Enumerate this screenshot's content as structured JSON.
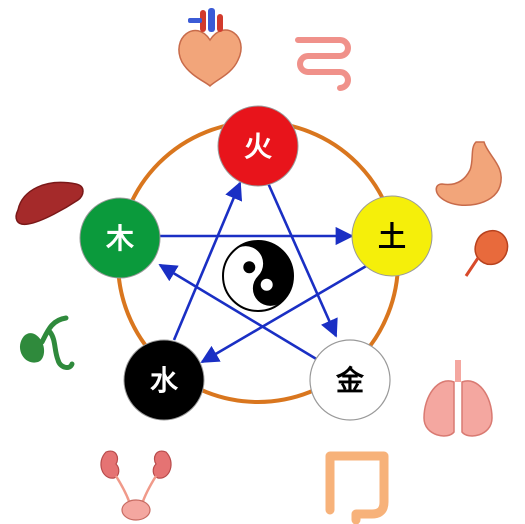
{
  "elements": [
    {
      "key": "fire",
      "glyph": "火",
      "fill": "#e8141b",
      "text_color": "#ffffff"
    },
    {
      "key": "earth",
      "glyph": "土",
      "fill": "#f5ef0a",
      "text_color": "#000000"
    },
    {
      "key": "metal",
      "glyph": "金",
      "fill": "#ffffff",
      "text_color": "#000000"
    },
    {
      "key": "water",
      "glyph": "水",
      "fill": "#000000",
      "text_color": "#ffffff"
    },
    {
      "key": "wood",
      "glyph": "木",
      "fill": "#0b9a3c",
      "text_color": "#ffffff"
    }
  ],
  "colors": {
    "ring": "#d9761e",
    "arrows": "#1a2fc4",
    "node_stroke": "#9a9a9a"
  },
  "organs": [
    {
      "name": "heart-icon"
    },
    {
      "name": "small-intestine-icon"
    },
    {
      "name": "stomach-icon"
    },
    {
      "name": "spleen-icon"
    },
    {
      "name": "lungs-icon"
    },
    {
      "name": "large-intestine-icon"
    },
    {
      "name": "kidneys-bladder-icon"
    },
    {
      "name": "gallbladder-icon"
    },
    {
      "name": "liver-icon"
    }
  ]
}
